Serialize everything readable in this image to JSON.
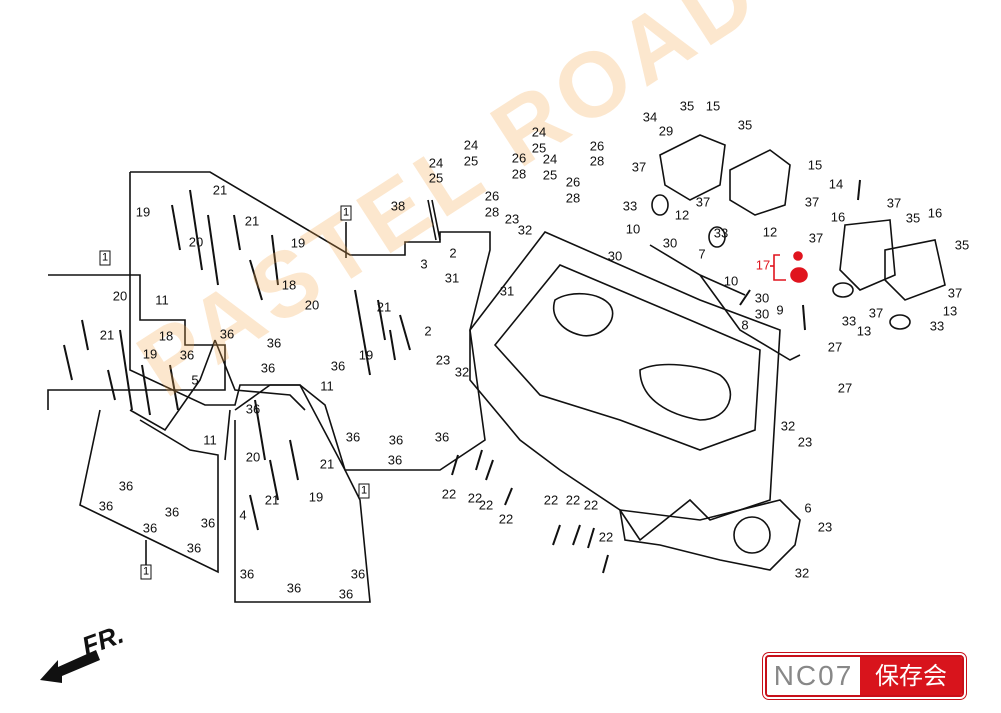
{
  "diagram": {
    "assembly_marker": "1",
    "direction_label": "FR.",
    "watermark": "PASTEL ROAD",
    "logo": {
      "left": "NC07",
      "right": "保存会"
    },
    "highlight_color": "#e0141e",
    "highlighted_part": "17",
    "callouts": [
      "34",
      "35",
      "15",
      "29",
      "35",
      "37",
      "15",
      "33",
      "12",
      "37",
      "37",
      "14",
      "16",
      "37",
      "35",
      "16",
      "10",
      "30",
      "30",
      "33",
      "12",
      "7",
      "17",
      "35",
      "37",
      "10",
      "30",
      "30",
      "9",
      "8",
      "37",
      "33",
      "37",
      "13",
      "33",
      "13",
      "27",
      "27",
      "32",
      "23",
      "6",
      "23",
      "32",
      "24",
      "25",
      "24",
      "25",
      "26",
      "28",
      "24",
      "25",
      "26",
      "28",
      "24",
      "25",
      "26",
      "28",
      "26",
      "28",
      "38",
      "23",
      "32",
      "2",
      "3",
      "31",
      "31",
      "21",
      "19",
      "21",
      "20",
      "19",
      "18",
      "11",
      "20",
      "21",
      "2",
      "19",
      "36",
      "36",
      "36",
      "36",
      "36",
      "11",
      "5",
      "11",
      "23",
      "32",
      "36",
      "36",
      "36",
      "36",
      "20",
      "21",
      "18",
      "19",
      "36",
      "20",
      "21",
      "19",
      "21",
      "4",
      "36",
      "36",
      "36",
      "36",
      "36",
      "36",
      "36",
      "36",
      "36",
      "36",
      "22",
      "22",
      "22",
      "22",
      "22",
      "22",
      "22",
      "22"
    ]
  }
}
